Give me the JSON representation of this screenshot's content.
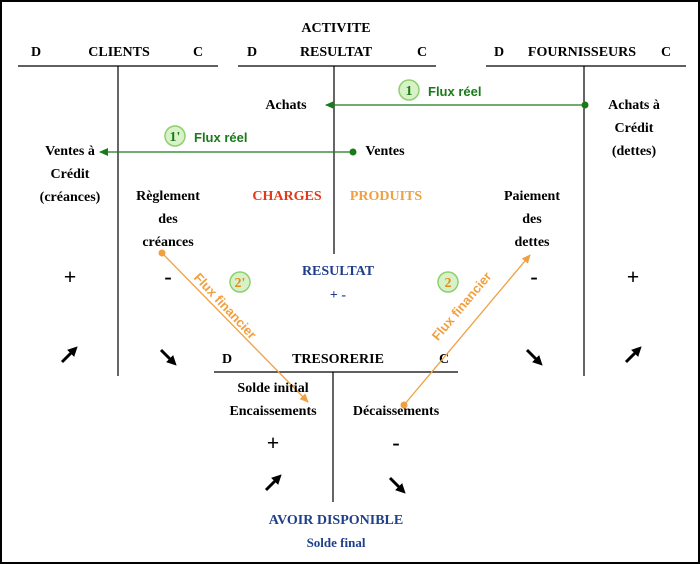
{
  "title": "ACTIVITE",
  "accounts": {
    "clients": {
      "debit": "D",
      "name": "CLIENTS",
      "credit": "C"
    },
    "resultat": {
      "debit": "D",
      "name": "RESULTAT",
      "credit": "C"
    },
    "fournisseurs": {
      "debit": "D",
      "name": "FOURNISSEURS",
      "credit": "C"
    },
    "tresorerie": {
      "debit": "D",
      "name": "TRESORERIE",
      "credit": "C"
    }
  },
  "labels": {
    "achats": "Achats",
    "ventes": "Ventes",
    "achats_credit": [
      "Achats à",
      "Crédit",
      "(dettes)"
    ],
    "ventes_credit": [
      "Ventes à",
      "Crédit",
      "(créances)"
    ],
    "reglement": [
      "Règlement",
      "des",
      "créances"
    ],
    "paiement": [
      "Paiement",
      "des",
      "dettes"
    ],
    "charges": "CHARGES",
    "produits": "PRODUITS",
    "resultat_center": "RESULTAT",
    "resultat_sign": "+ -",
    "solde_initial": "Solde initial",
    "encaissements": "Encaissements",
    "decaissements": "Décaissements",
    "avoir": "AVOIR DISPONIBLE",
    "solde_final": "Solde final"
  },
  "signs": {
    "clients_debit": "+",
    "clients_credit": "-",
    "fournisseurs_debit": "-",
    "fournisseurs_credit": "+",
    "treso_debit": "+",
    "treso_credit": "-"
  },
  "flows": {
    "real_1": {
      "badge": "1",
      "label": "Flux réel"
    },
    "real_1p": {
      "badge": "1'",
      "label": "Flux réel"
    },
    "fin_2": {
      "badge": "2",
      "label": "Flux financier"
    },
    "fin_2p": {
      "badge": "2'",
      "label": "Flux financier"
    }
  },
  "icons": {
    "up_arrow": "diagonal-up-right-arrow-icon",
    "down_arrow": "diagonal-down-right-arrow-icon"
  },
  "colors": {
    "real_flow": "#1a7a1a",
    "financial_flow": "#f0a040",
    "charges": "#e03a1a",
    "produits": "#f0a040",
    "blue_text": "#1f3f8a"
  }
}
